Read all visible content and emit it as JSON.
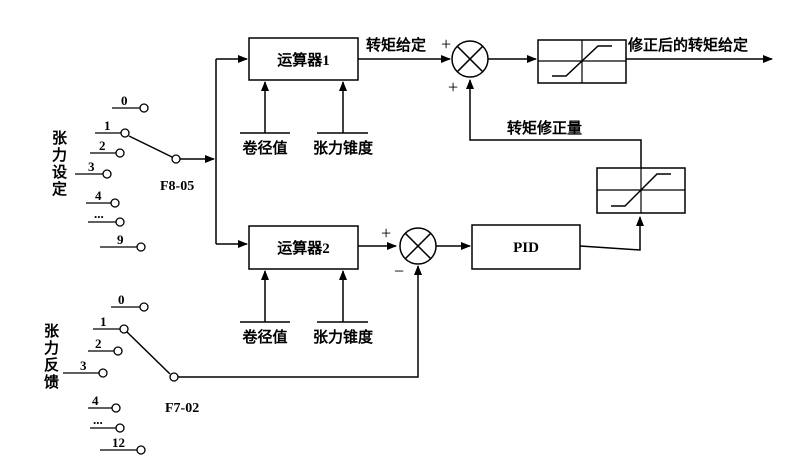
{
  "tension_setting": {
    "label_chars": [
      "张",
      "力",
      "设",
      "定"
    ],
    "switch_code": "F8-05",
    "positions": [
      "0",
      "1",
      "2",
      "3",
      "4",
      "...",
      "9"
    ]
  },
  "tension_feedback": {
    "label_chars": [
      "张",
      "力",
      "反",
      "馈"
    ],
    "switch_code": "F7-02",
    "positions": [
      "0",
      "1",
      "2",
      "3",
      "4",
      "...",
      "12"
    ]
  },
  "operator1": {
    "label": "运算器1",
    "input_a": "卷径值",
    "input_b": "张力锥度",
    "output": "转矩给定"
  },
  "operator2": {
    "label": "运算器2",
    "input_a": "卷径值",
    "input_b": "张力锥度"
  },
  "pid": {
    "label": "PID"
  },
  "torque_correction": {
    "label": "转矩修正量"
  },
  "final_output": {
    "label": "修正后的转矩给定"
  },
  "signs": {
    "sum1_top": "+",
    "sum1_bottom": "+",
    "sum2_left": "+",
    "sum2_bottom": "−"
  }
}
